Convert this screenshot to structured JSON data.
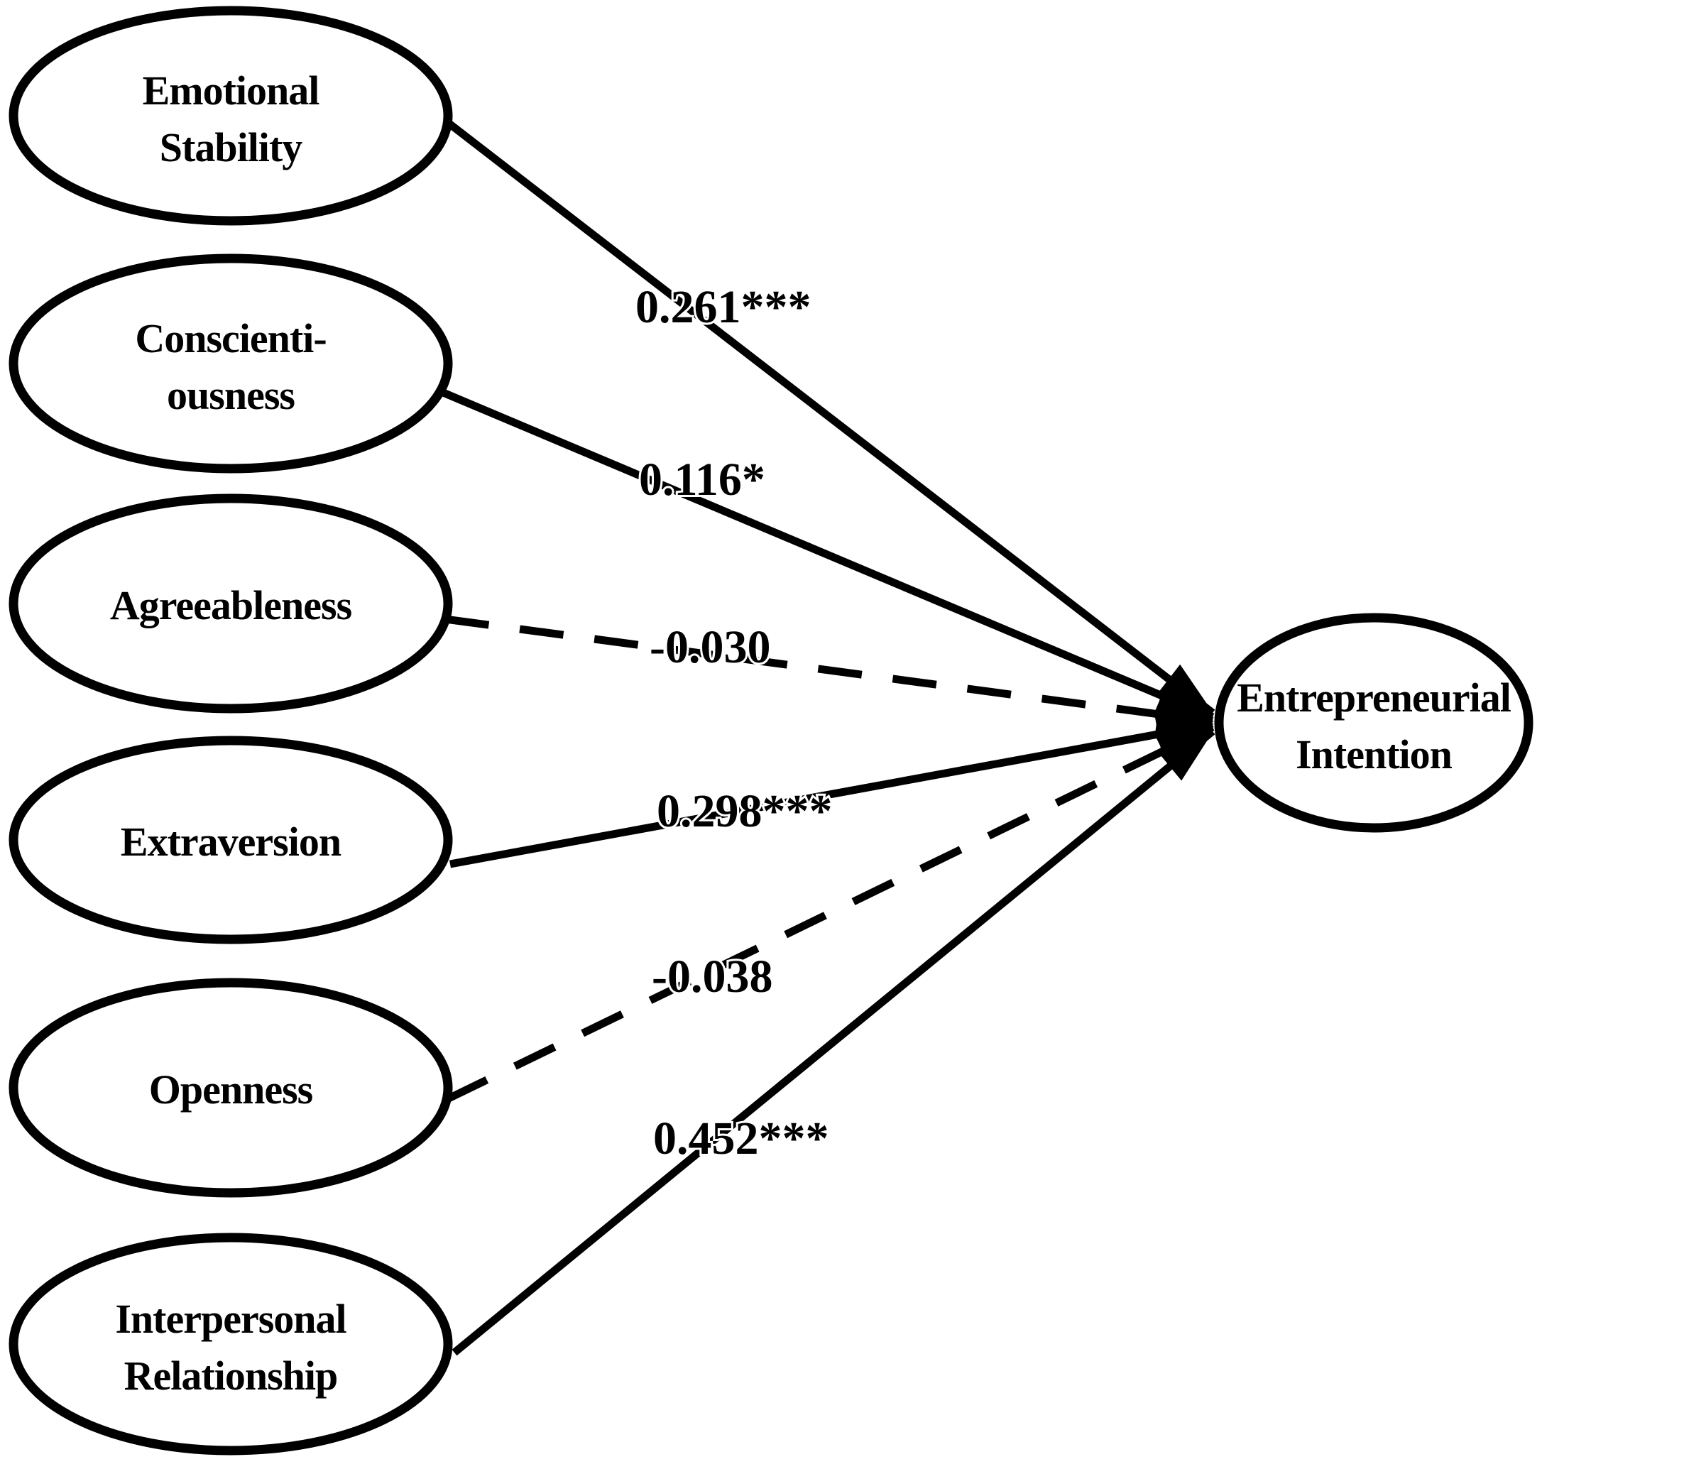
{
  "diagram": {
    "background_color": "#ffffff",
    "stroke_color": "#000000",
    "predictors": [
      {
        "label_line1": "Emotional",
        "label_line2": "Stability",
        "coefficient": "0.261***",
        "path_style": "solid"
      },
      {
        "label_line1": "Conscienti-",
        "label_line2": "ousness",
        "coefficient": "0.116*",
        "path_style": "solid"
      },
      {
        "label_line1": "Agreeableness",
        "label_line2": "",
        "coefficient": "-0.030",
        "path_style": "dashed"
      },
      {
        "label_line1": "Extraversion",
        "label_line2": "",
        "coefficient": "0.298***",
        "path_style": "solid"
      },
      {
        "label_line1": "Openness",
        "label_line2": "",
        "coefficient": "-0.038",
        "path_style": "dashed"
      },
      {
        "label_line1": "Interpersonal",
        "label_line2": "Relationship",
        "coefficient": "0.452***",
        "path_style": "solid"
      }
    ],
    "outcome": {
      "label_line1": "Entrepreneurial",
      "label_line2": "Intention"
    }
  }
}
